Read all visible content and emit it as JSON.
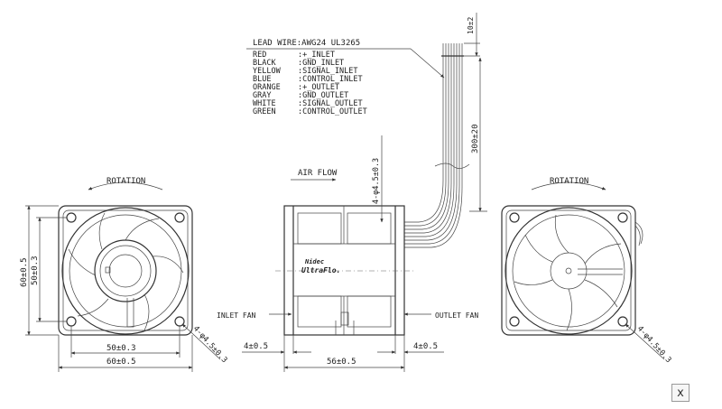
{
  "lead_wire": {
    "title": "LEAD WIRE:AWG24 UL3265",
    "rows": [
      {
        "color": "RED",
        "signal": ":+_INLET"
      },
      {
        "color": "BLACK",
        "signal": ":GND_INLET"
      },
      {
        "color": "YELLOW",
        "signal": ":SIGNAL_INLET"
      },
      {
        "color": "BLUE",
        "signal": ":CONTROL_INLET"
      },
      {
        "color": "ORANGE",
        "signal": ":+_OUTLET"
      },
      {
        "color": "GRAY",
        "signal": ":GND_OUTLET"
      },
      {
        "color": "WHITE",
        "signal": ":SIGNAL_OUTLET"
      },
      {
        "color": "GREEN",
        "signal": ":CONTROL_OUTLET"
      }
    ]
  },
  "labels": {
    "rotation_left": "ROTATION",
    "rotation_right": "ROTATION",
    "air_flow": "AIR FLOW",
    "inlet_fan": "INLET FAN",
    "outlet_fan": "OUTLET FAN",
    "logo_top": "Nidec",
    "logo_bottom": "UltraFlo."
  },
  "dimensions": {
    "strip_len": "10±2",
    "wire_len": "300±20",
    "hole_side": "4-φ4.5±0.3",
    "hole_left": "4-φ4.5±0.3",
    "hole_right": "4-φ4.5±0.3",
    "left_height_outer": "60±0.5",
    "left_height_inner": "50±0.3",
    "left_width_inner": "50±0.3",
    "left_width_outer": "60±0.5",
    "side_flange_left": "4±0.5",
    "side_depth": "56±0.5",
    "side_flange_right": "4±0.5"
  },
  "close_button": {
    "label": "x"
  }
}
